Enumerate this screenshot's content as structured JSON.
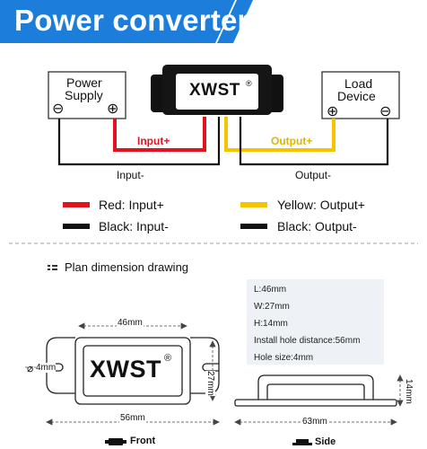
{
  "banner": {
    "title": "Power converter",
    "color": "#1c7ddb"
  },
  "wiring": {
    "power_supply": {
      "label_line1": "Power",
      "label_line2": "Supply"
    },
    "module": {
      "brand": "XWST",
      "mark": "®"
    },
    "load": {
      "label_line1": "Load",
      "label_line2": "Device"
    },
    "minus_sign": "⊖",
    "plus_sign": "⊕",
    "wire_input_plus": "Input+",
    "wire_input_minus": "Input-",
    "wire_output_plus": "Output+",
    "wire_output_minus": "Output-"
  },
  "legend": [
    {
      "label": "Red: Input+",
      "color": "#e0141e"
    },
    {
      "label": "Black: Input-",
      "color": "#111111"
    },
    {
      "label": "Yellow: Output+",
      "color": "#f5c400"
    },
    {
      "label": "Black: Output-",
      "color": "#111111"
    }
  ],
  "dimension": {
    "heading": "Plan dimension drawing",
    "specs": [
      "L:46mm",
      "W:27mm",
      "H:14mm",
      "Install hole distance:56mm",
      "Hole size:4mm"
    ],
    "front": {
      "width": "46mm",
      "height": "27mm",
      "hole": "4mm",
      "hole_symbol": "⌀",
      "hole_distance": "56mm",
      "caption": "Front"
    },
    "side": {
      "length": "63mm",
      "height": "14mm",
      "caption": "Side"
    }
  }
}
